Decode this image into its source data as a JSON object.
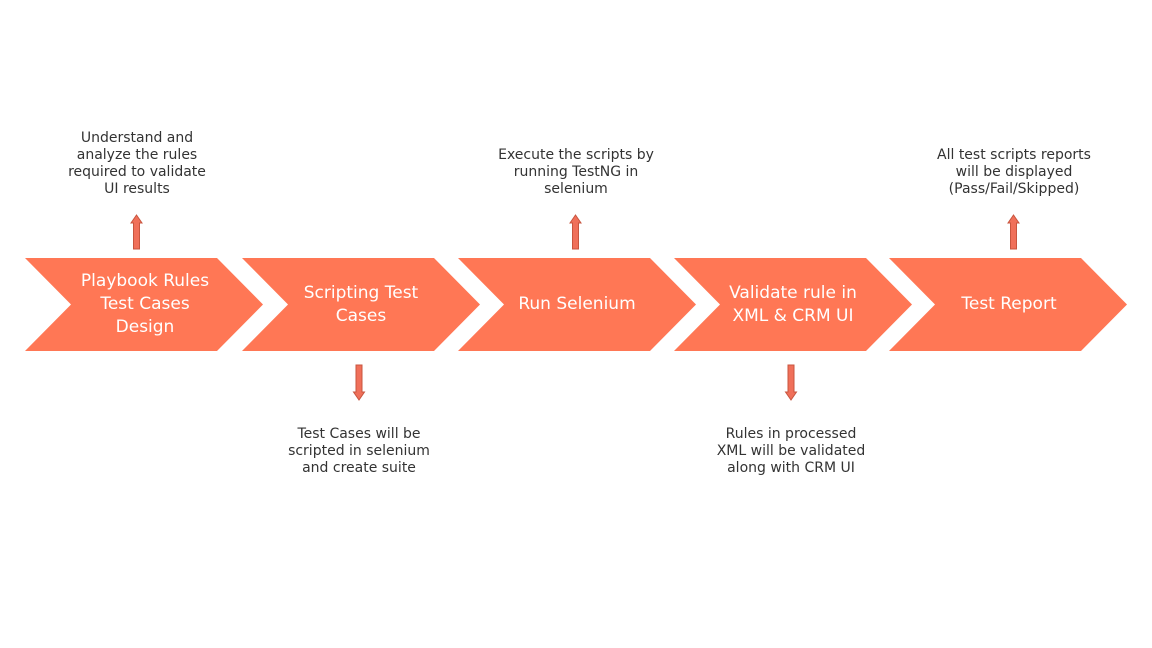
{
  "colors": {
    "chevron_fill": "#FF7755",
    "arrow_fill": "#F0705A",
    "arrow_stroke": "#C8553F",
    "label_text": "#FFFFFF",
    "note_text": "#333333"
  },
  "steps": [
    {
      "label": "Playbook Rules\nTest Cases\nDesign"
    },
    {
      "label": "Scripting Test\nCases"
    },
    {
      "label": "Run Selenium"
    },
    {
      "label": "Validate rule in\nXML & CRM UI"
    },
    {
      "label": "Test Report"
    }
  ],
  "notes": [
    {
      "step": 1,
      "direction": "up",
      "text": "Understand and\nanalyze the rules\nrequired to validate\nUI results"
    },
    {
      "step": 2,
      "direction": "down",
      "text": "Test Cases will be\nscripted in selenium\nand create suite"
    },
    {
      "step": 3,
      "direction": "up",
      "text": "Execute the scripts by\nrunning TestNG in\nselenium"
    },
    {
      "step": 4,
      "direction": "down",
      "text": "Rules in processed\nXML will be validated\nalong with CRM UI"
    },
    {
      "step": 5,
      "direction": "up",
      "text": "All test scripts reports\nwill be displayed\n(Pass/Fail/Skipped)"
    }
  ]
}
